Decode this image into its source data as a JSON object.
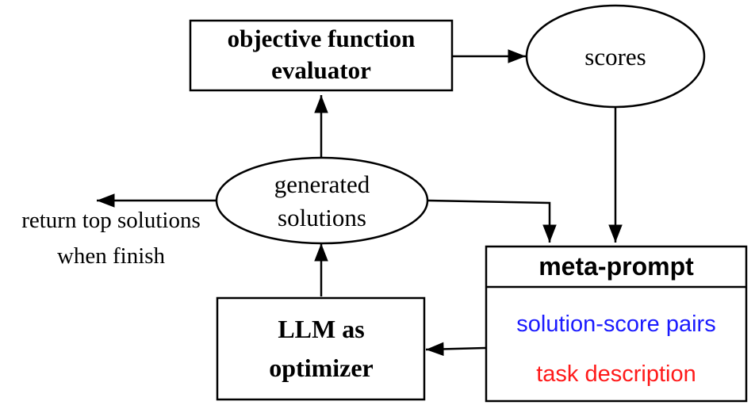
{
  "nodes": {
    "evaluator": {
      "line1": "objective function",
      "line2": "evaluator"
    },
    "scores": {
      "label": "scores"
    },
    "generated": {
      "line1": "generated",
      "line2": "solutions"
    },
    "return_note": {
      "line1": "return top solutions",
      "line2": "when finish"
    },
    "meta_prompt": {
      "title": "meta-prompt",
      "item1": "solution-score pairs",
      "item2": "task description"
    },
    "optimizer": {
      "line1": "LLM as",
      "line2": "optimizer"
    }
  },
  "colors": {
    "solution_score_pairs": "#1a1aff",
    "task_description": "#ff1a1a",
    "stroke": "#000000"
  }
}
